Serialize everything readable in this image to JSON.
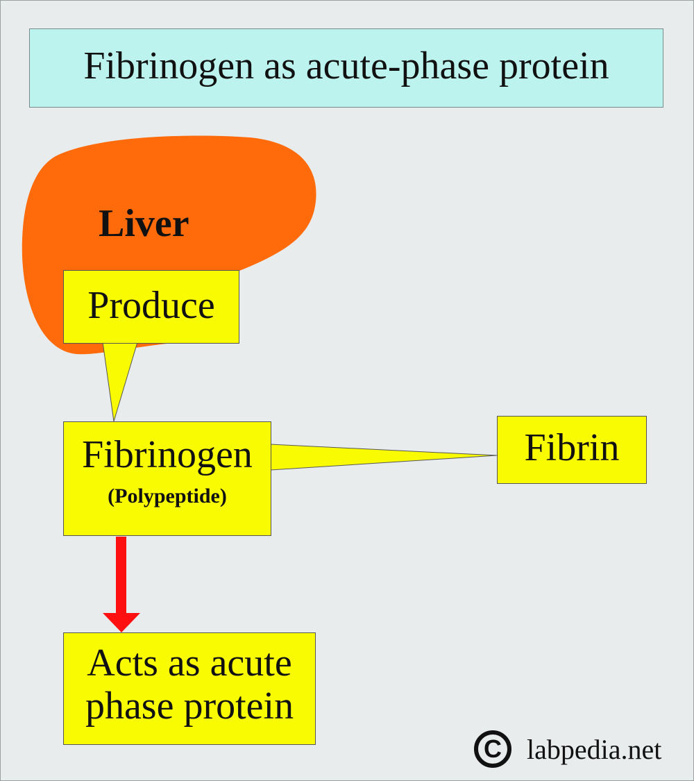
{
  "title": "Fibrinogen as acute-phase protein",
  "liver_label": "Liver",
  "produce_label": "Produce",
  "fibrinogen": {
    "label": "Fibrinogen",
    "sublabel": "(Polypeptide)"
  },
  "fibrin_label": "Fibrin",
  "acts": {
    "line1": "Acts as acute",
    "line2": "phase protein"
  },
  "footer": {
    "copyright_symbol": "C",
    "site": "labpedia.net"
  },
  "colors": {
    "background": "#e9ecec",
    "title_box": "#bcf3ee",
    "liver": "#ff6a0a",
    "callout_boxes": "#f9fb03",
    "arrow": "#ff1010"
  },
  "icons": {
    "copyright": "copyright-icon"
  }
}
